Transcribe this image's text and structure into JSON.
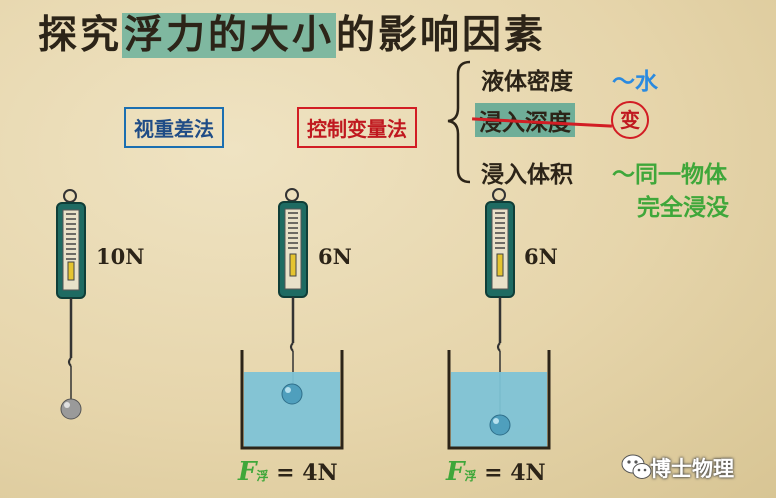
{
  "title": {
    "part1": "探究",
    "highlight": "浮力的大小",
    "part2": "的影响因素"
  },
  "methods": {
    "left": "视重差法",
    "middle": "控制变量法"
  },
  "factors": [
    {
      "label": "液体密度",
      "note": "～水"
    },
    {
      "label": "浸入深度",
      "note": "变"
    },
    {
      "label": "浸入体积",
      "note_line1": "～同一物体",
      "note_line2": "完全浸没"
    }
  ],
  "readings": [
    "10N",
    "6N",
    "6N"
  ],
  "buoyancy": [
    {
      "symbol": "F",
      "subscript": "浮",
      "equals": "= 4N"
    },
    {
      "symbol": "F",
      "subscript": "浮",
      "equals": "= 4N"
    }
  ],
  "watermark": "博士物理",
  "colors": {
    "background": "#e6d5ab",
    "water": "#7ec3d6",
    "blue_box": "#1b6fb1",
    "red_box": "#d21d24",
    "green": "#3fa73a",
    "highlight": "#7fb8a0"
  }
}
